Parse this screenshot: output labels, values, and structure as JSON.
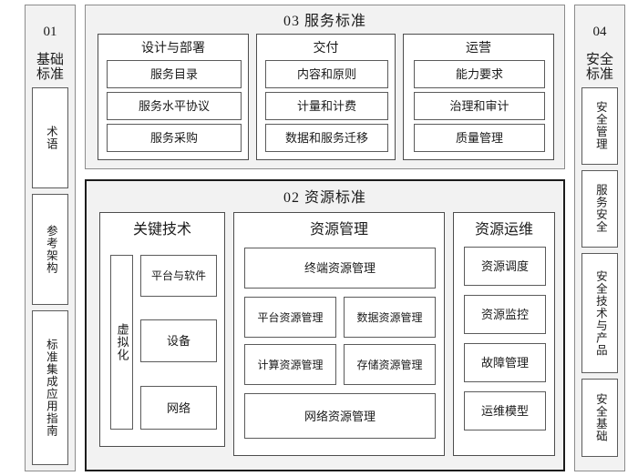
{
  "colors": {
    "panel_fill": "#f2f2f2",
    "panel_border_gray": "#8c8c8c",
    "panel_border_dark": "#1c1c1c",
    "box_fill": "#ffffff",
    "box_border": "#5b5b5b",
    "text": "#1a1a1a"
  },
  "left_column": {
    "number": "01",
    "title": "基础\n标准",
    "items": [
      {
        "label": "术语"
      },
      {
        "label": "参考架构"
      },
      {
        "label": "标准集成应用指南"
      }
    ]
  },
  "right_column": {
    "number": "04",
    "title": "安全\n标准",
    "items": [
      {
        "label": "安全管理"
      },
      {
        "label": "服务安全"
      },
      {
        "label": "安全技术与产品"
      },
      {
        "label": "安全基础"
      }
    ]
  },
  "service_panel": {
    "number": "03",
    "title": "03  服务标准",
    "groups": [
      {
        "title": "设计与部署",
        "items": [
          "服务目录",
          "服务水平协议",
          "服务采购"
        ]
      },
      {
        "title": "交付",
        "items": [
          "内容和原则",
          "计量和计费",
          "数据和服务迁移"
        ]
      },
      {
        "title": "运营",
        "items": [
          "能力要求",
          "治理和审计",
          "质量管理"
        ]
      }
    ]
  },
  "resource_panel": {
    "number": "02",
    "title": "02  资源标准",
    "key_tech": {
      "title": "关键技术",
      "side_label": "虚拟化",
      "items": [
        "平台与软件",
        "设备",
        "网络"
      ]
    },
    "resource_mgmt": {
      "title": "资源管理",
      "top_item": "终端资源管理",
      "grid_items": [
        [
          "平台资源管理",
          "数据资源管理"
        ],
        [
          "计算资源管理",
          "存储资源管理"
        ]
      ],
      "bottom_item": "网络资源管理"
    },
    "resource_ops": {
      "title": "资源运维",
      "items": [
        "资源调度",
        "资源监控",
        "故障管理",
        "运维模型"
      ]
    }
  }
}
